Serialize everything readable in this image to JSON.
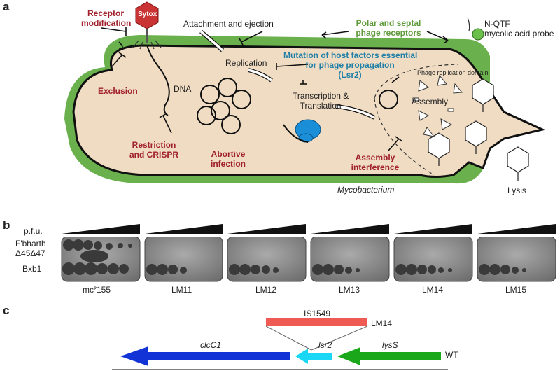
{
  "panel_a": {
    "letter": "a",
    "sytox": "Sytox",
    "receptor_modification": [
      "Receptor",
      "modification"
    ],
    "attachment": "Attachment and ejection",
    "polar_receptors": [
      "Polar and septal",
      "phage receptors"
    ],
    "nqtf": [
      "N-QTF",
      "mycolic acid probe"
    ],
    "replication": "Replication",
    "mutation": [
      "Mutation of host factors essential",
      "for phage propagation",
      "(Lsr2)"
    ],
    "phage_domain": "Phage replication domain",
    "exclusion": "Exclusion",
    "dna": "DNA",
    "transcription": [
      "Transcription &",
      "Translation"
    ],
    "assembly": "Assembly",
    "restriction": [
      "Restriction",
      "and CRISPR"
    ],
    "abortive": [
      "Abortive",
      "infection"
    ],
    "assembly_interference": [
      "Assembly",
      "interference"
    ],
    "mycobacterium": "Mycobacterium",
    "lysis": "Lysis"
  },
  "panel_b": {
    "letter": "b",
    "pfu": "p.f.u.",
    "row1": [
      "F'bharth",
      "Δ45Δ47"
    ],
    "row2": "Bxb1",
    "strains": [
      "mc²155",
      "LM11",
      "LM12",
      "LM13",
      "LM14",
      "LM15"
    ]
  },
  "panel_c": {
    "letter": "c",
    "insertion": "IS1549",
    "lm14": "LM14",
    "wt": "WT",
    "genes": [
      "clcC1",
      "lsr2",
      "lysS"
    ],
    "colors": {
      "clcC1": "#1234d6",
      "lsr2": "#19d7f5",
      "lysS": "#1aa81a",
      "insertion": "#ef5a52"
    }
  }
}
